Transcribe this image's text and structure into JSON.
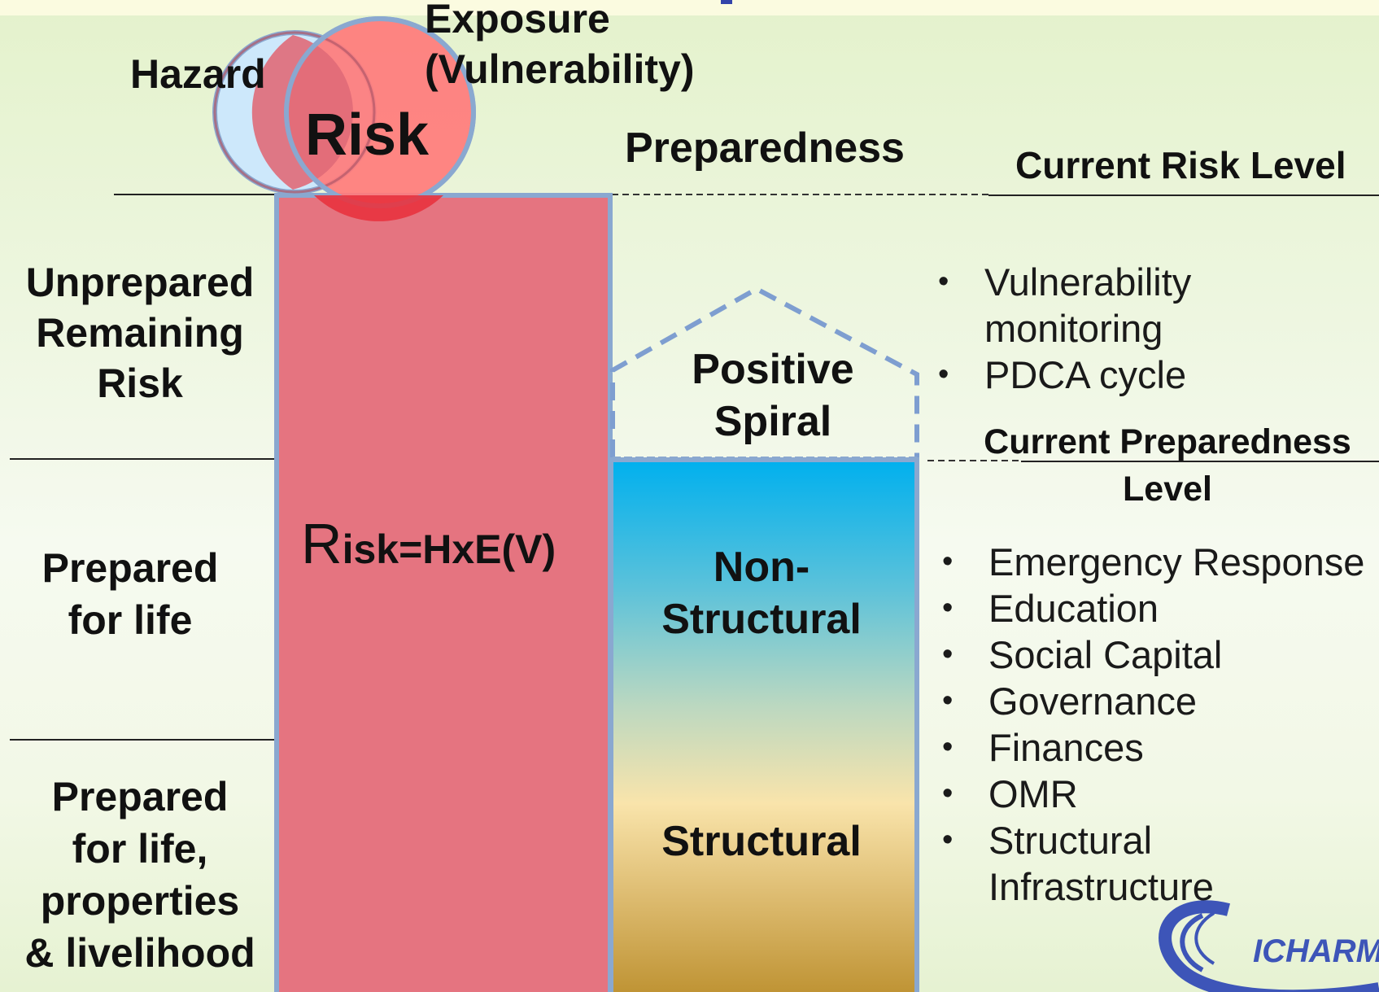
{
  "venn": {
    "hazard": "Hazard",
    "exposure_line1": "Exposure",
    "exposure_line2": "(Vulnerability)",
    "center": "Risk"
  },
  "headers": {
    "preparedness": "Preparedness",
    "current_risk": "Current Risk Level",
    "current_prep_line1": "Current Preparedness",
    "current_prep_line2": "Level"
  },
  "left_levels": {
    "unprepared": [
      "Unprepared",
      "Remaining",
      "Risk"
    ],
    "life": [
      "Prepared",
      "for life"
    ],
    "full": [
      "Prepared",
      "for life,",
      "properties",
      "& livelihood"
    ]
  },
  "risk_bar": {
    "formula_prefix": "R",
    "formula_rest": "isk=HxE(V)"
  },
  "prep_bar": {
    "spiral": [
      "Positive",
      "Spiral"
    ],
    "nonstructural": [
      "Non-",
      "Structural"
    ],
    "structural": "Structural"
  },
  "upper_bullets": [
    [
      "Vulnerability",
      "monitoring"
    ],
    [
      "PDCA cycle"
    ]
  ],
  "lower_bullets": [
    [
      "Emergency Response"
    ],
    [
      "Education"
    ],
    [
      "Social Capital"
    ],
    [
      "Governance"
    ],
    [
      "Finances"
    ],
    [
      "OMR"
    ],
    [
      "Structural",
      "Infrastructure"
    ]
  ],
  "logo": {
    "text": "ICHARM"
  },
  "colors": {
    "risk_bar": "#e57480",
    "hazard_circle": "#cde8fb",
    "exposure_circle": "#ff7b7b",
    "outline": "#8aa8d0",
    "nonstructural_top": "#00b0ee",
    "structural_mid": "#f9e4ab",
    "structural_bottom": "#be9232",
    "logo_blue": "#3d55b8"
  }
}
